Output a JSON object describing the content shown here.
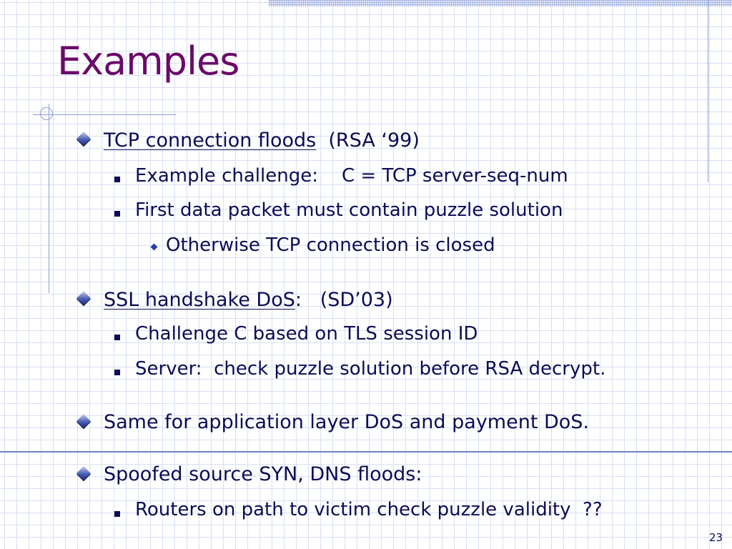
{
  "slide": {
    "title": "Examples",
    "page_number": "23"
  },
  "items": {
    "tcp": {
      "link": "TCP connection floods",
      "after": "  (RSA ‘99)",
      "sub1": "Example challenge:    C = TCP server-seq-num",
      "sub2": "First data packet must contain puzzle solution",
      "sub2a": "Otherwise TCP connection is closed"
    },
    "ssl": {
      "link": "SSL handshake DoS",
      "after": ":   (SD’03)",
      "sub1": "Challenge C based on TLS session ID",
      "sub2": "Server:  check puzzle solution before RSA decrypt."
    },
    "app": {
      "text": "Same for application layer DoS and payment DoS."
    },
    "syn": {
      "text": "Spoofed source SYN, DNS floods:",
      "sub1": "Routers on path to victim check puzzle validity  ??"
    }
  },
  "colors": {
    "title": "#6a0a6a",
    "text": "#0c0c55",
    "grid": "#d9dff3",
    "rule": "#6f80c2"
  }
}
